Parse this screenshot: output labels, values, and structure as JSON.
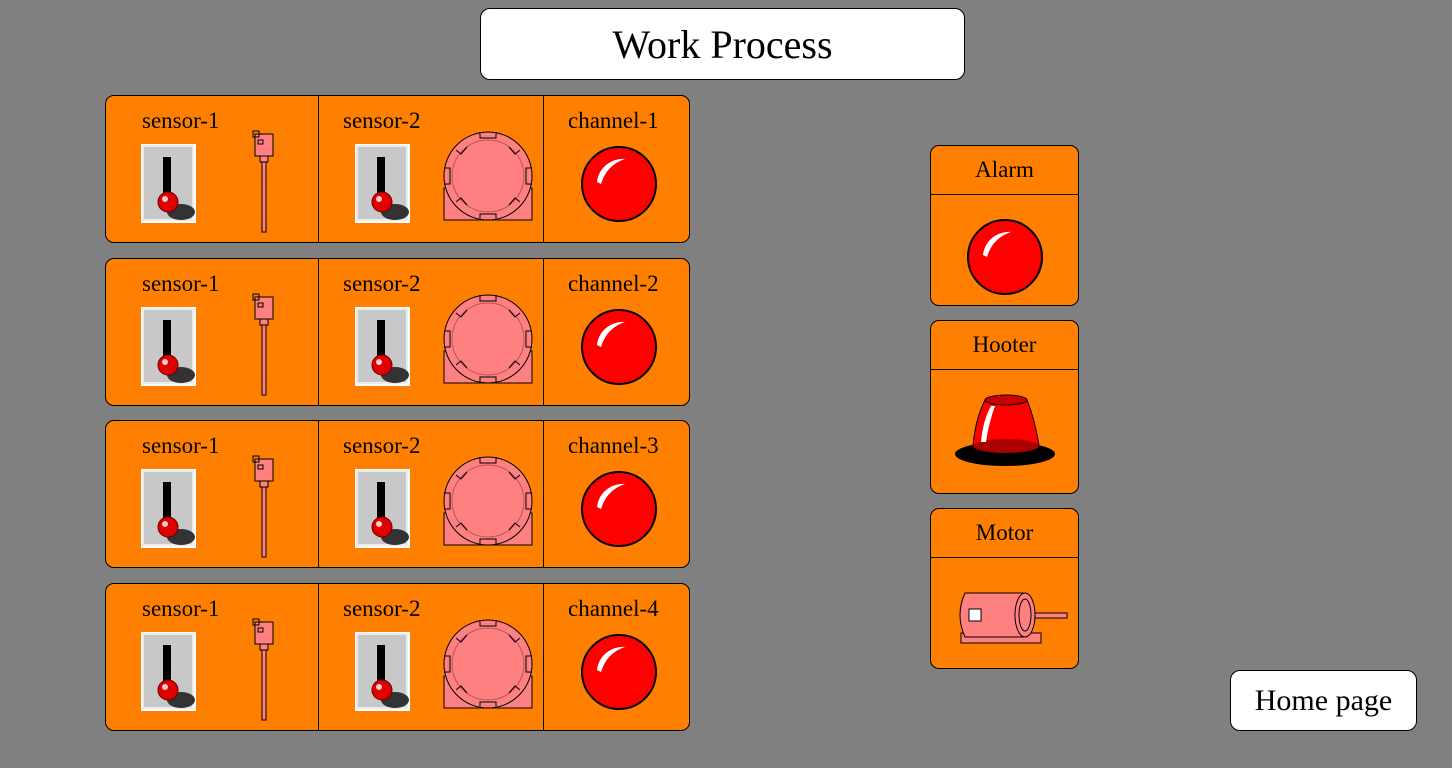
{
  "header": {
    "title": "Work Process"
  },
  "channels": [
    {
      "sensor1_label": "sensor-1",
      "sensor2_label": "sensor-2",
      "channel_label": "channel-1"
    },
    {
      "sensor1_label": "sensor-1",
      "sensor2_label": "sensor-2",
      "channel_label": "channel-2"
    },
    {
      "sensor1_label": "sensor-1",
      "sensor2_label": "sensor-2",
      "channel_label": "channel-3"
    },
    {
      "sensor1_label": "sensor-1",
      "sensor2_label": "sensor-2",
      "channel_label": "channel-4"
    }
  ],
  "outputs": {
    "alarm_label": "Alarm",
    "hooter_label": "Hooter",
    "motor_label": "Motor"
  },
  "nav": {
    "home_label": "Home page"
  },
  "colors": {
    "background": "#808080",
    "panel": "#FF8000",
    "indicator_red": "#FF0000",
    "device_pink": "#FF8080"
  },
  "icons": [
    "toggle-switch-icon",
    "level-probe-icon",
    "valve-icon",
    "indicator-lamp-icon",
    "beacon-icon",
    "motor-icon"
  ]
}
